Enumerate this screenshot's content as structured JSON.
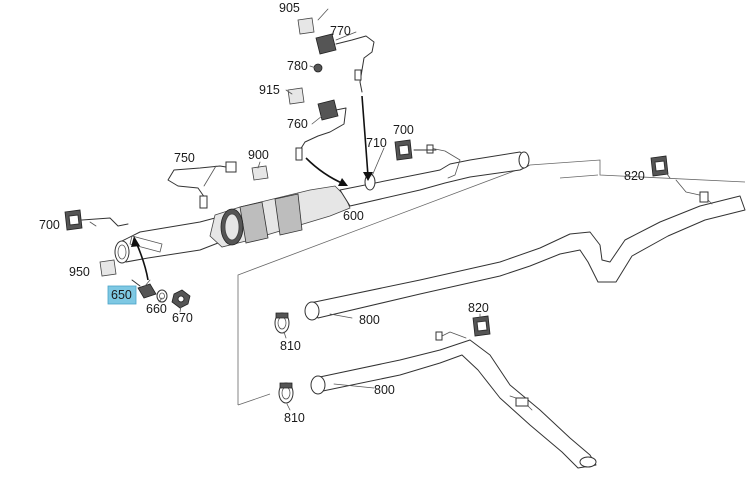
{
  "diagram": {
    "labels": {
      "p905": "905",
      "p770": "770",
      "p780": "780",
      "p915": "915",
      "p760": "760",
      "p710": "710",
      "p700_top": "700",
      "p750": "750",
      "p900": "900",
      "p820_top": "820",
      "p700_left": "700",
      "p600": "600",
      "p950": "950",
      "p650": "650",
      "p660": "660",
      "p670": "670",
      "p800_a": "800",
      "p810_a": "810",
      "p820_mid": "820",
      "p800_b": "800",
      "p810_b": "810"
    },
    "highlighted_part": "650",
    "highlight_color": "#7ec8e3"
  }
}
